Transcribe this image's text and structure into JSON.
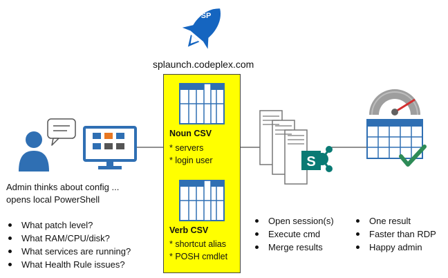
{
  "site_label": "splaunch.codeplex.com",
  "rocket": {
    "badge": "SP",
    "color": "#1565c0"
  },
  "admin": {
    "caption_line1": "Admin thinks about config ...",
    "caption_line2": "opens local PowerShell",
    "questions": [
      "What patch level?",
      "What RAM/CPU/disk?",
      "What services are running?",
      "What Health Rule issues?"
    ]
  },
  "panel": {
    "color": "#ffff00",
    "noun": {
      "title": "Noun CSV",
      "items": [
        "* servers",
        "* login user"
      ]
    },
    "verb": {
      "title": "Verb CSV",
      "items": [
        "* shortcut alias",
        "* POSH cmdlet"
      ]
    }
  },
  "process_steps": [
    "Open session(s)",
    "Execute cmd",
    "Merge results"
  ],
  "outcomes": [
    "One result",
    "Faster than RDP",
    "Happy admin"
  ],
  "sharepoint_logo_letter": "S",
  "colors": {
    "blue": "#2f6fb3",
    "teal": "#0a7a74",
    "gauge_red": "#d32f2f",
    "check_green": "#2e8b57"
  }
}
